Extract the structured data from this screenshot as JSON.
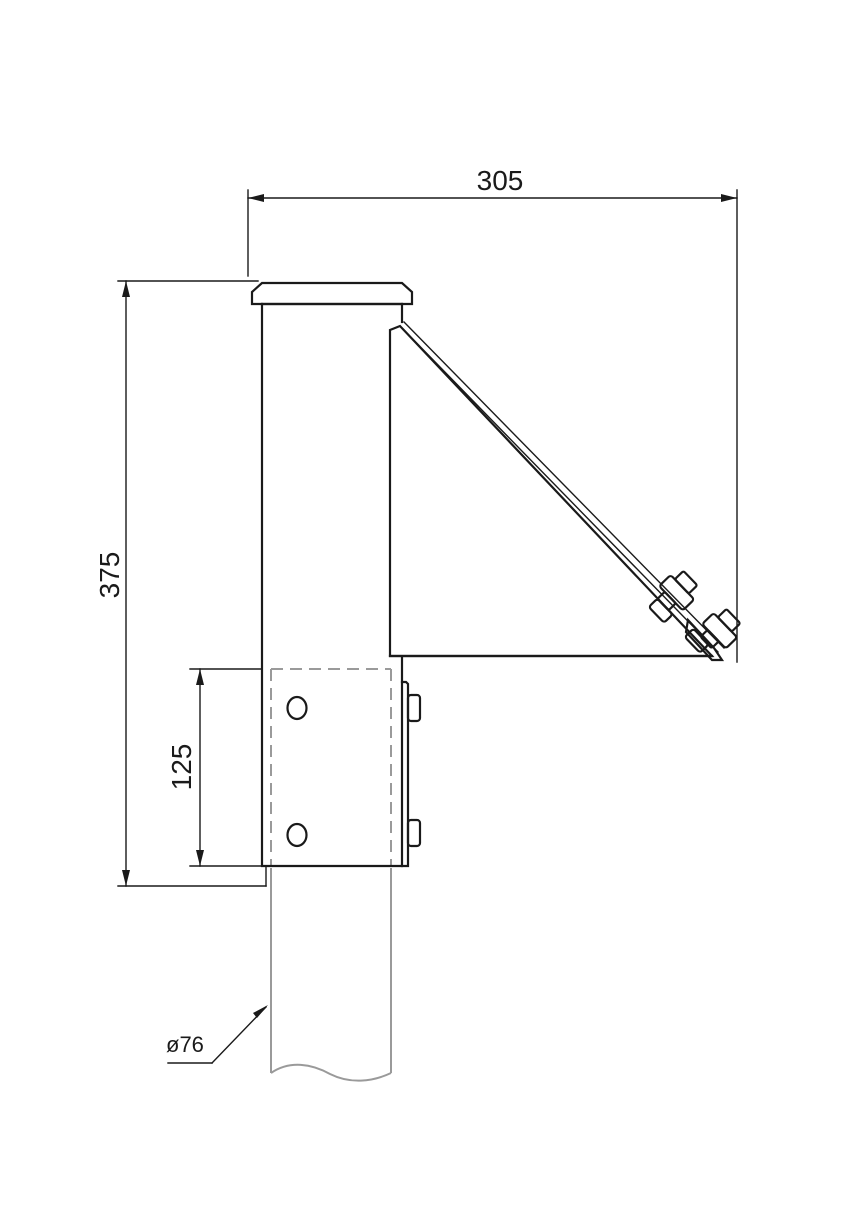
{
  "dimensions": {
    "overall_width": "305",
    "overall_height": "375",
    "clamp_height": "125",
    "pipe_diameter": "ø76"
  },
  "colors": {
    "line": "#1a1a1a",
    "ghost_line": "#9a9a9a",
    "background": "#ffffff"
  }
}
